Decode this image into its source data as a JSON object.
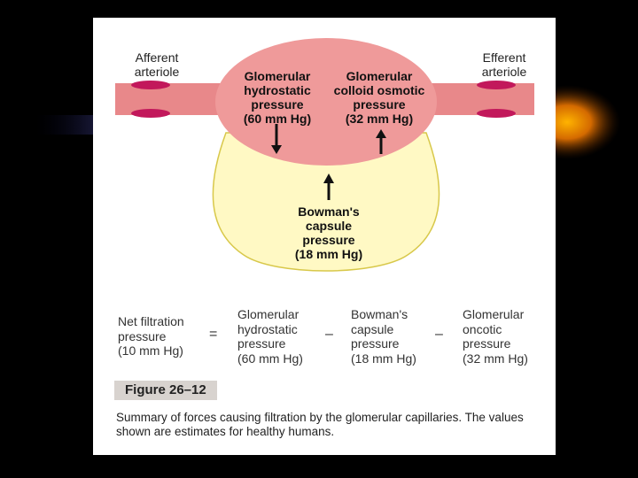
{
  "diagram": {
    "labels": {
      "afferent": "Afferent\narteriole",
      "efferent": "Efferent\narteriole",
      "ghp": "Glomerular\nhydrostatic\npressure\n(60 mm Hg)",
      "gcop": "Glomerular\ncolloid osmotic\npressure\n(32 mm Hg)",
      "bowman": "Bowman's\ncapsule\npressure\n(18 mm Hg)"
    },
    "colors": {
      "glomerulus_fill": "#ef9a9a",
      "arteriole_fill": "#e8888a",
      "arteriole_band": "#c2185b",
      "capsule_fill": "#fff9c4",
      "capsule_stroke": "#d8c84a",
      "arrow": "#111111"
    }
  },
  "equation": {
    "result": "Net filtration\npressure\n(10 mm Hg)",
    "equals": "=",
    "term1": "Glomerular\nhydrostatic\npressure\n(60 mm Hg)",
    "minus1": "–",
    "term2": "Bowman's\ncapsule\npressure\n(18 mm Hg)",
    "minus2": "–",
    "term3": "Glomerular\noncotic\npressure\n(32 mm Hg)"
  },
  "figure": {
    "tag": "Figure 26–12",
    "caption": "Summary of forces causing filtration by the glomerular capillaries. The values shown are estimates for healthy humans."
  }
}
